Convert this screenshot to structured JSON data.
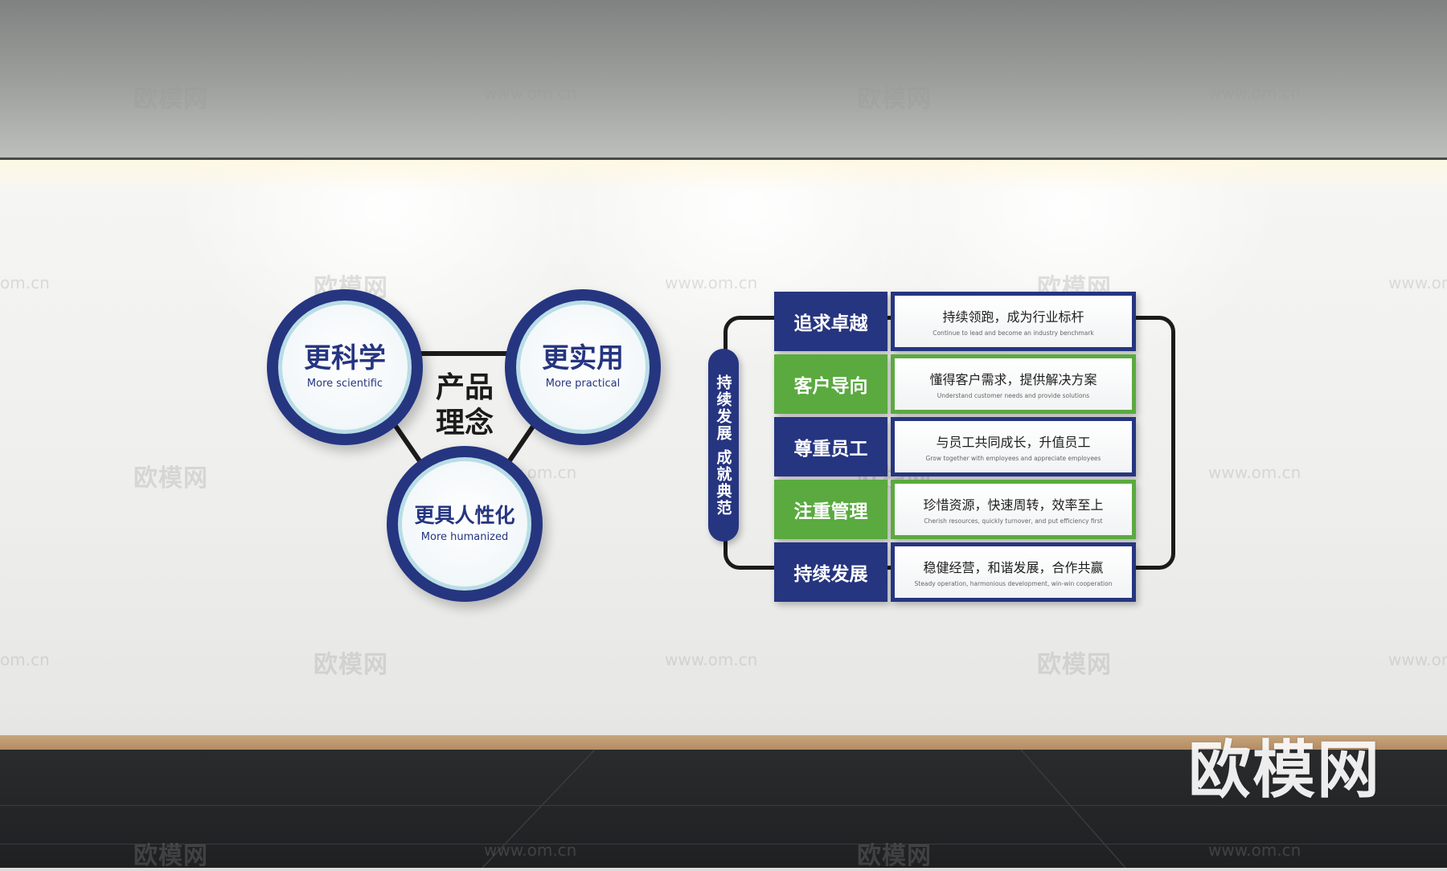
{
  "colors": {
    "navy": "#263580",
    "green": "#5aaa3f",
    "light_ring": "#b9dde6",
    "line": "#1b1b1b",
    "baseboard": "#c7a57d",
    "floor": "#2a2b2d"
  },
  "watermark": {
    "brand": "欧模网",
    "url": "www.om.cn",
    "url_partial": "om.cn"
  },
  "product_concept": {
    "title_line1": "产品",
    "title_line2": "理念",
    "circles": [
      {
        "title": "更科学",
        "subtitle": "More scientific"
      },
      {
        "title": "更实用",
        "subtitle": "More practical"
      },
      {
        "title": "更具人性化",
        "subtitle": "More humanized"
      }
    ]
  },
  "values": {
    "vertical_slogan": "持续发展 成就典范",
    "rows": [
      {
        "label": "追求卓越",
        "label_color": "navy",
        "text": "持续领跑，成为行业标杆",
        "text_en": "Continue to lead and become an industry benchmark"
      },
      {
        "label": "客户导向",
        "label_color": "green",
        "text": "懂得客户需求，提供解决方案",
        "text_en": "Understand customer needs and provide solutions"
      },
      {
        "label": "尊重员工",
        "label_color": "navy",
        "text": "与员工共同成长，升值员工",
        "text_en": "Grow together with employees and appreciate employees"
      },
      {
        "label": "注重管理",
        "label_color": "green",
        "text": "珍惜资源，快速周转，效率至上",
        "text_en": "Cherish resources, quickly turnover, and put efficiency first"
      },
      {
        "label": "持续发展",
        "label_color": "navy",
        "text": "稳健经营，和谐发展，合作共赢",
        "text_en": "Steady operation, harmonious development, win-win cooperation"
      }
    ]
  }
}
